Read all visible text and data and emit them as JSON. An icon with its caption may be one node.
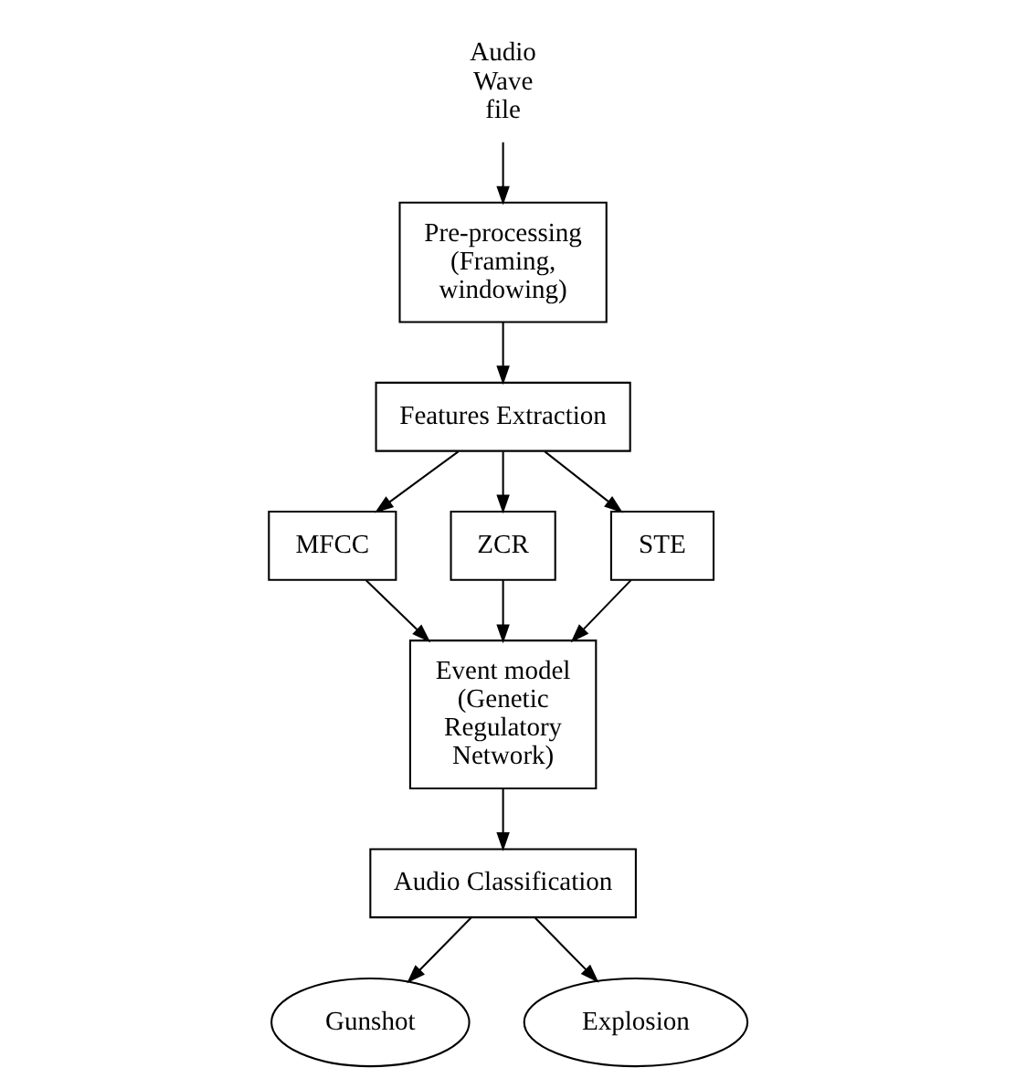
{
  "diagram": {
    "nodes": [
      {
        "text": [
          "Audio Wave file"
        ]
      },
      {
        "text": [
          "Pre-processing (Framing, windowing)"
        ]
      },
      {
        "text": [
          "Features Extraction"
        ]
      },
      {
        "text": [
          "MFCC"
        ]
      },
      {
        "text": [
          "ZCR"
        ]
      },
      {
        "text": [
          "STE"
        ]
      },
      {
        "text": [
          "Event model (Genetic Regulatory Network)"
        ]
      },
      {
        "text": [
          "Audio Classification"
        ]
      },
      {
        "text": [
          "Gunshot"
        ]
      },
      {
        "text": [
          "Explosion"
        ]
      }
    ],
    "edges": [
      {
        "from": 0,
        "to": 1,
        "arrow": "to"
      },
      {
        "from": 1,
        "to": 2,
        "arrow": "to"
      },
      {
        "from": 2,
        "to": 3,
        "arrow": "to"
      },
      {
        "from": 2,
        "to": 4,
        "arrow": "to"
      },
      {
        "from": 2,
        "to": 5,
        "arrow": "to"
      },
      {
        "from": 3,
        "to": 6,
        "arrow": "to"
      },
      {
        "from": 4,
        "to": 6,
        "arrow": "to"
      },
      {
        "from": 5,
        "to": 6,
        "arrow": "to"
      },
      {
        "from": 6,
        "to": 7,
        "arrow": "to"
      },
      {
        "from": 7,
        "to": 8,
        "arrow": "to"
      },
      {
        "from": 7,
        "to": 9,
        "arrow": "to"
      }
    ]
  }
}
